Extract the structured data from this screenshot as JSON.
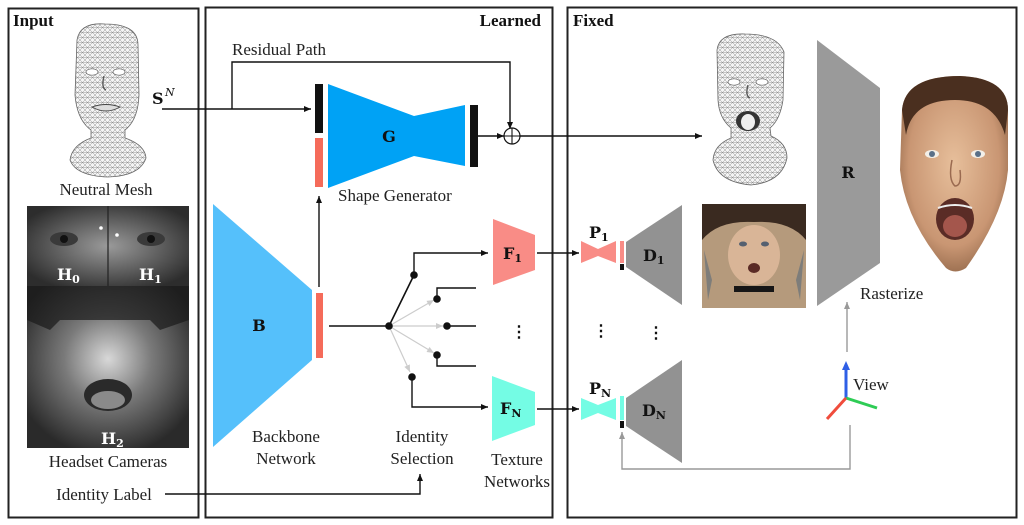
{
  "sections": {
    "input": "Input",
    "learned": "Learned",
    "fixed": "Fixed"
  },
  "input": {
    "mesh_label": "Neutral Mesh",
    "mesh_symbol": "S",
    "mesh_symbol_sup": "N",
    "cameras_label": "Headset Cameras",
    "camera_tags": [
      {
        "base": "H",
        "sub": "0"
      },
      {
        "base": "H",
        "sub": "1"
      },
      {
        "base": "H",
        "sub": "2"
      }
    ],
    "identity_label": "Identity Label"
  },
  "learned": {
    "residual_label": "Residual Path",
    "generator_symbol": "G",
    "generator_label": "Shape Generator",
    "backbone_symbol": "B",
    "backbone_label_1": "Backbone",
    "backbone_label_2": "Network",
    "selection_label_1": "Identity",
    "selection_label_2": "Selection",
    "texture_label_1": "Texture",
    "texture_label_2": "Networks",
    "texture_nets": [
      {
        "base": "F",
        "sub": "1"
      },
      {
        "base": "F",
        "sub": "N"
      }
    ],
    "ellipsis": "⋮"
  },
  "fixed": {
    "decoders": [
      {
        "p_base": "P",
        "p_sub": "1",
        "d_base": "D",
        "d_sub": "1"
      },
      {
        "p_base": "P",
        "p_sub": "N",
        "d_base": "D",
        "d_sub": "N"
      }
    ],
    "rasterizer_symbol": "R",
    "rasterize_label": "Rasterize",
    "view_label": "View",
    "ellipsis": "⋮"
  },
  "colors": {
    "blue_generator": "#00a2f5",
    "blue_backbone": "#55c0fb",
    "salmon": "#f98c86",
    "salmon_bar": "#f56b5a",
    "cyan": "#74fce4",
    "gray": "#9a9a9a",
    "axis_x": "#f04c3c",
    "axis_y": "#2ecc55",
    "axis_z": "#2f5fe6"
  }
}
